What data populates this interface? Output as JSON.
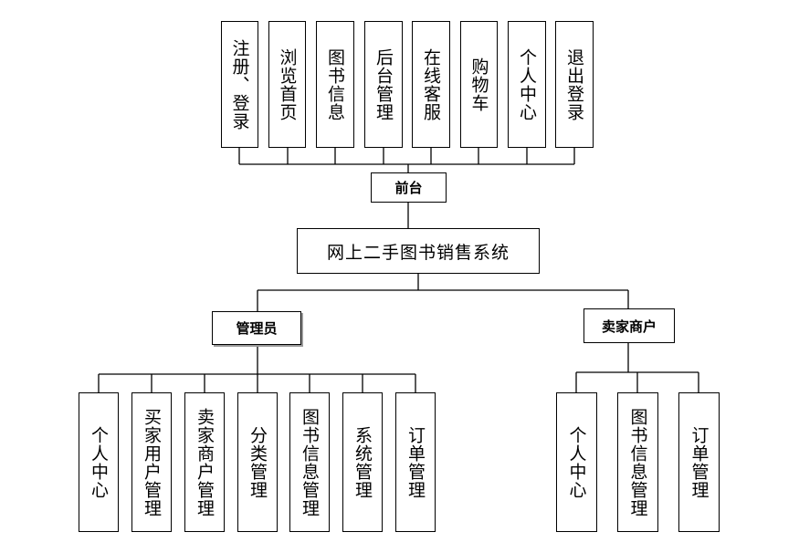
{
  "root": "网上二手图书销售系统",
  "frontend": {
    "label": "前台",
    "modules": [
      "注册、登录",
      "浏览首页",
      "图书信息",
      "后台管理",
      "在线客服",
      "购物车",
      "个人中心",
      "退出登录"
    ]
  },
  "admin": {
    "label": "管理员",
    "modules": [
      "个人中心",
      "买家用户管理",
      "卖家商户管理",
      "分类管理",
      "图书信息管理",
      "系统管理",
      "订单管理"
    ]
  },
  "seller": {
    "label": "卖家商户",
    "modules": [
      "个人中心",
      "图书信息管理",
      "订单管理"
    ]
  }
}
